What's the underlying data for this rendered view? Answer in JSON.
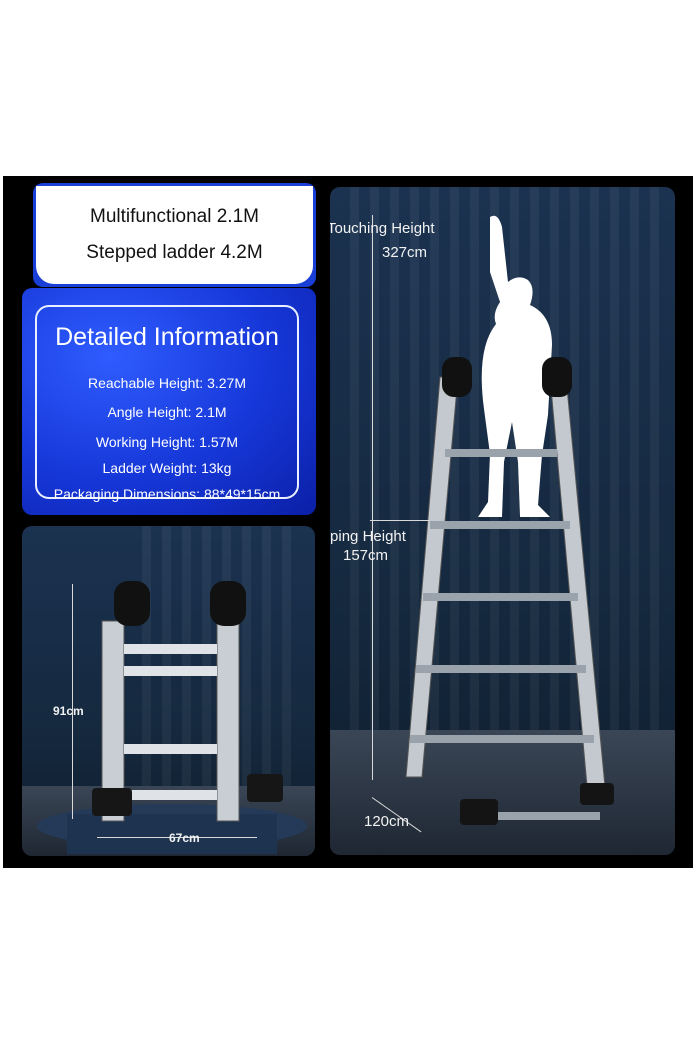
{
  "title_card": {
    "line1": "Multifunctional 2.1M",
    "line2": "Stepped ladder 4.2M"
  },
  "info_card": {
    "heading": "Detailed Information",
    "lines": [
      "Reachable Height: 3.27M",
      "Angle Height: 2.1M",
      "Working Height: 1.57M",
      "Ladder Weight: 13kg",
      "Packaging Dimensions: 88*49*15cm"
    ]
  },
  "folded_photo": {
    "height_label": "91cm",
    "width_label": "67cm"
  },
  "a_frame_photo": {
    "touch_label": "Touching Height",
    "touch_value": "327cm",
    "step_label": "Foot Stepping Height",
    "step_value": "157cm",
    "base_label": "120cm"
  },
  "colors": {
    "brand_blue": "#1a3fd6",
    "frame": "#000000",
    "wall": "#1b3250"
  }
}
